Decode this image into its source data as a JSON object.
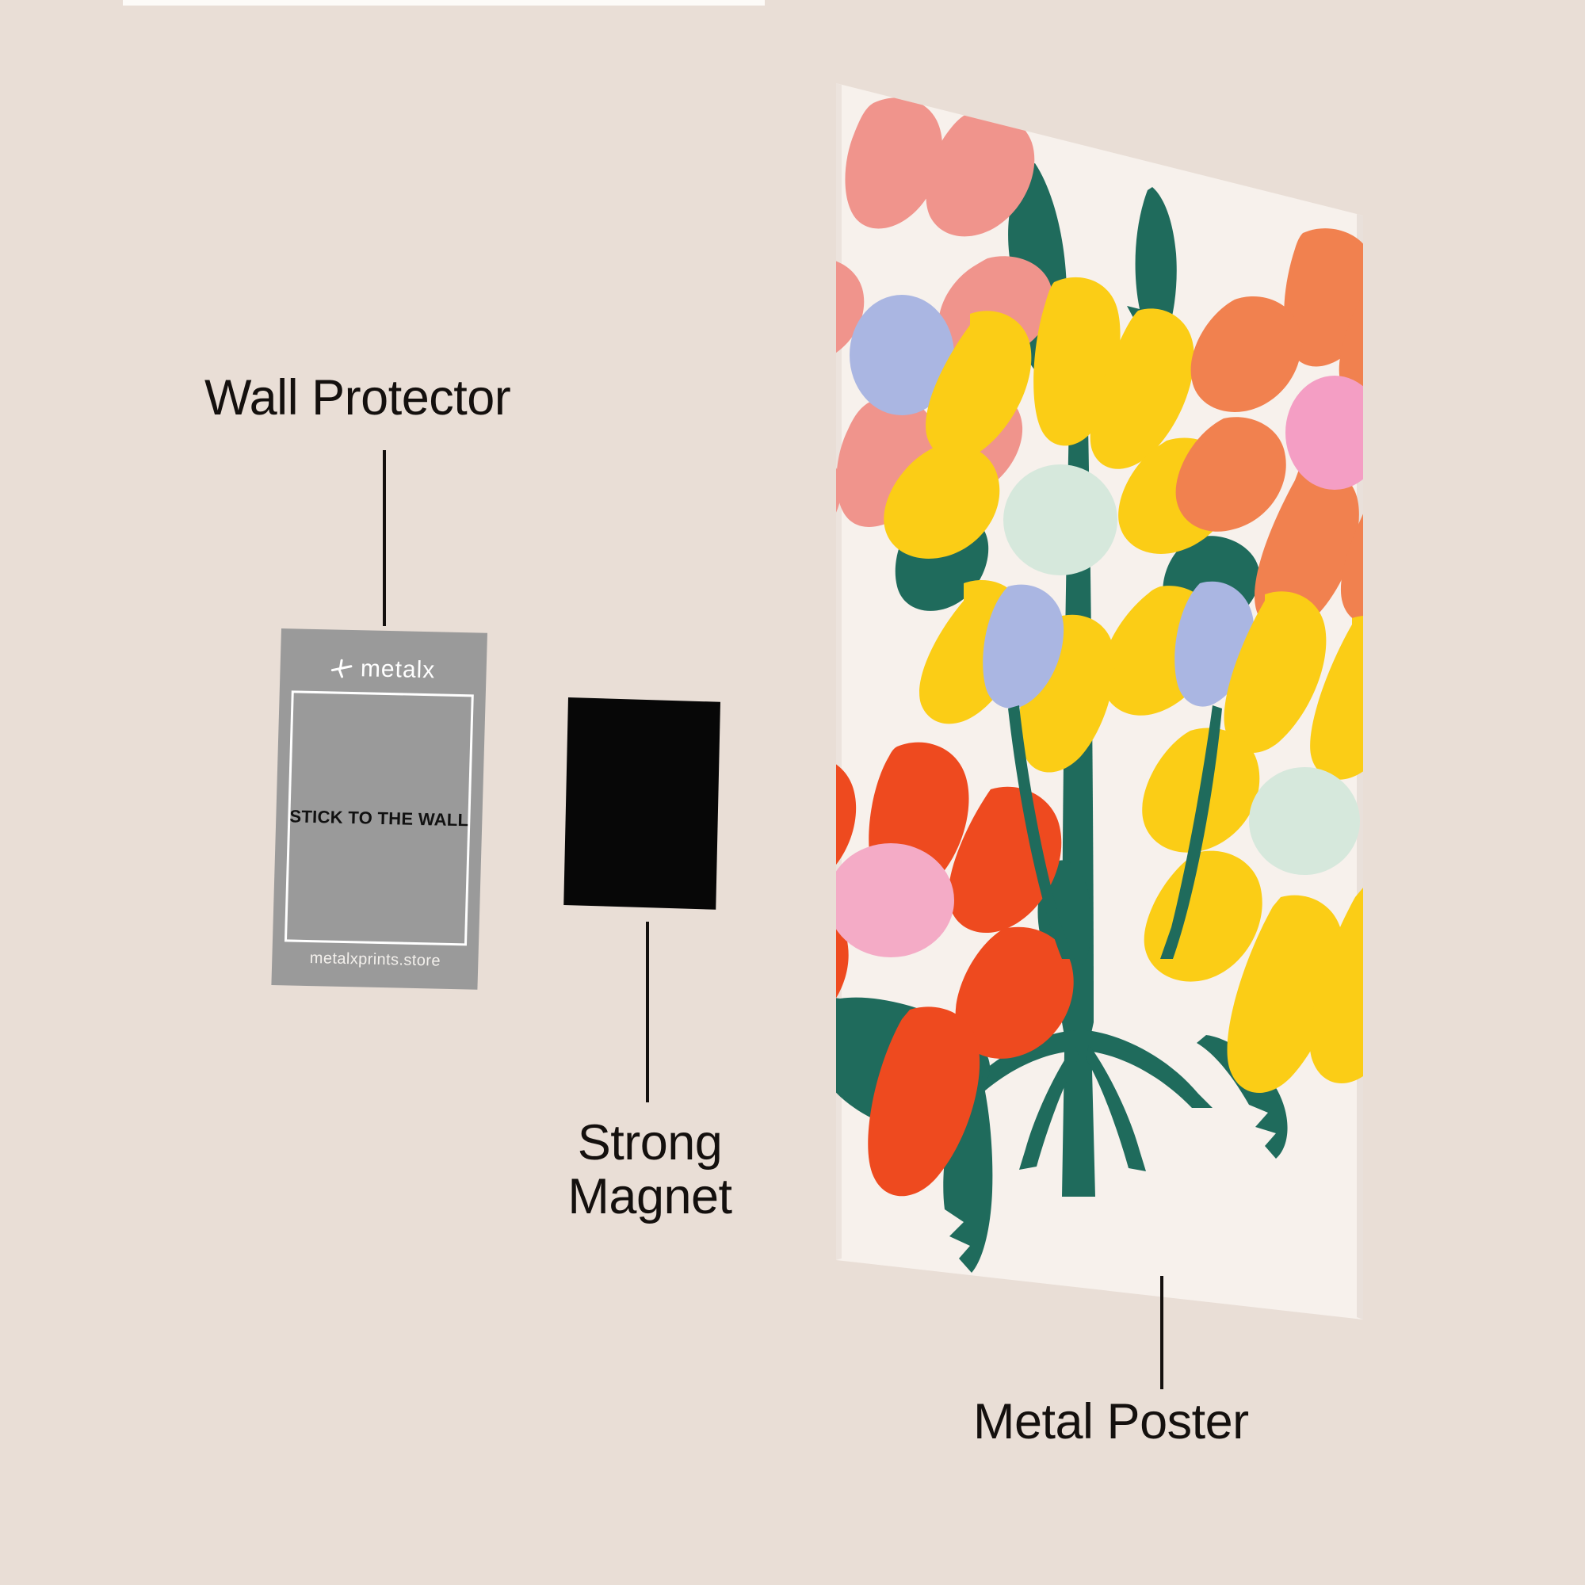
{
  "background": {
    "wall_color": "#e9ded6",
    "top_strip_color": "#fdfbf8"
  },
  "annotations": [
    {
      "id": "wall-protector",
      "label": "Wall Protector"
    },
    {
      "id": "strong-magnet",
      "label": "Strong\nMagnet"
    },
    {
      "id": "metal-poster",
      "label": "Metal Poster"
    }
  ],
  "labels": {
    "wall_protector": "Wall Protector",
    "strong_magnet": "Strong\nMagnet",
    "metal_poster": "Metal Poster"
  },
  "wall_protector_card": {
    "brand": "metalx",
    "brand_mark": "metalx-logo-icon",
    "headline": "STICK TO THE WALL",
    "url": "metalxprints.store",
    "card_color": "#9a9a9a",
    "frame_color": "#ffffff",
    "headline_color": "#111111",
    "url_color": "#f3f0ec"
  },
  "magnet": {
    "color": "#070707"
  },
  "poster": {
    "paper_color": "#f7f1ec",
    "edge_color": "#efe6e0",
    "palette": {
      "pink_petal": "#f0948c",
      "periwinkle": "#aab6e2",
      "yellow": "#fbcd16",
      "mint": "#d6e8dc",
      "coral": "#f1814f",
      "pink_center": "#f49ec4",
      "red_orange": "#ee4a1f",
      "pink_soft": "#f4abc6",
      "green": "#1f6b5c"
    },
    "flowers": [
      {
        "name": "pink-daisy-top-left",
        "petal": "#f0948c",
        "center": "#aab6e2"
      },
      {
        "name": "yellow-daisy-center",
        "petal": "#fbcd16",
        "center": "#d6e8dc"
      },
      {
        "name": "coral-daisy-top-right",
        "petal": "#f1814f",
        "center": "#f49ec4"
      },
      {
        "name": "red-daisy-bottom-left",
        "petal": "#ee4a1f",
        "center": "#f4abc6"
      },
      {
        "name": "yellow-daisy-bottom-right",
        "petal": "#fbcd16",
        "center": "#d6e8dc"
      }
    ]
  }
}
